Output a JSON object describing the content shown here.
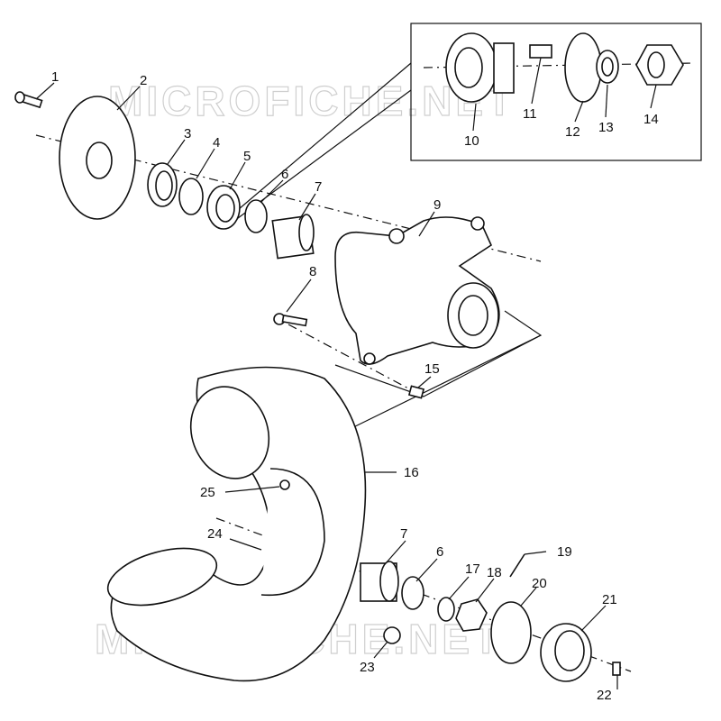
{
  "watermark": "MICROFICHE.NET",
  "callouts": [
    {
      "id": "1",
      "label": "1"
    },
    {
      "id": "2",
      "label": "2"
    },
    {
      "id": "3",
      "label": "3"
    },
    {
      "id": "4",
      "label": "4"
    },
    {
      "id": "5",
      "label": "5"
    },
    {
      "id": "6a",
      "label": "6"
    },
    {
      "id": "7a",
      "label": "7"
    },
    {
      "id": "8",
      "label": "8"
    },
    {
      "id": "9",
      "label": "9"
    },
    {
      "id": "10",
      "label": "10"
    },
    {
      "id": "11",
      "label": "11"
    },
    {
      "id": "12",
      "label": "12"
    },
    {
      "id": "13",
      "label": "13"
    },
    {
      "id": "14",
      "label": "14"
    },
    {
      "id": "15",
      "label": "15"
    },
    {
      "id": "16",
      "label": "16"
    },
    {
      "id": "17",
      "label": "17"
    },
    {
      "id": "18",
      "label": "18"
    },
    {
      "id": "19",
      "label": "19"
    },
    {
      "id": "20",
      "label": "20"
    },
    {
      "id": "21",
      "label": "21"
    },
    {
      "id": "22",
      "label": "22"
    },
    {
      "id": "23",
      "label": "23"
    },
    {
      "id": "24",
      "label": "24"
    },
    {
      "id": "25",
      "label": "25"
    },
    {
      "id": "6b",
      "label": "6"
    },
    {
      "id": "7b",
      "label": "7"
    }
  ]
}
